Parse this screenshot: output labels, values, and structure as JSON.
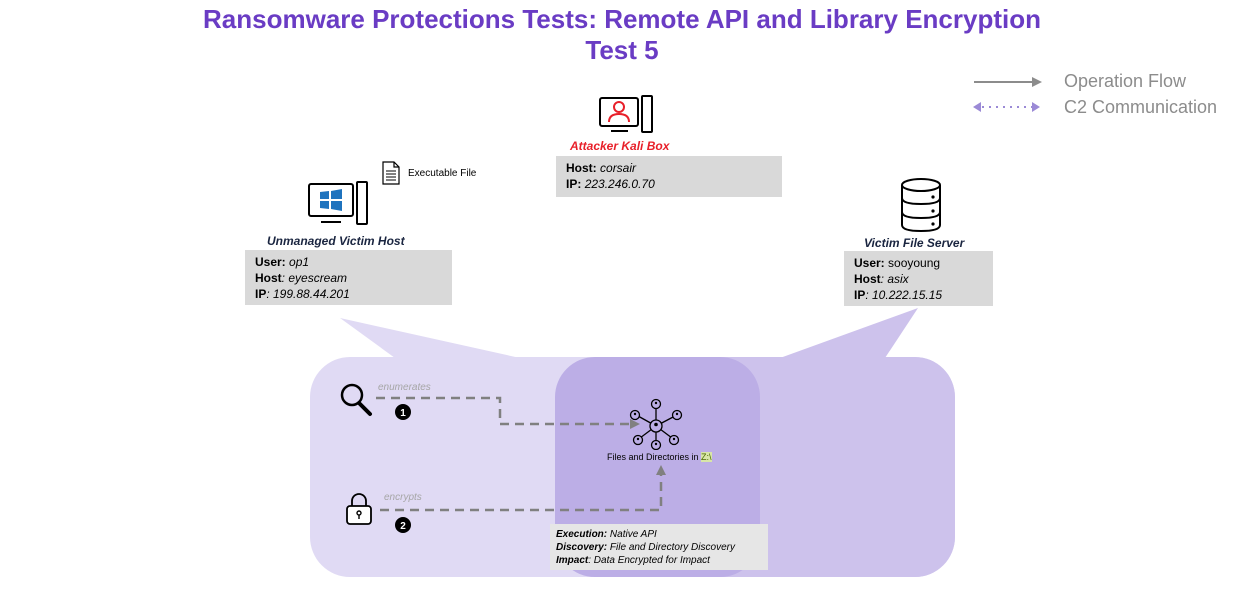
{
  "title": {
    "line1": "Ransomware Protections Tests: Remote API and Library Encryption",
    "line2": "Test 5"
  },
  "legend": {
    "operation_flow": "Operation Flow",
    "c2_communication": "C2 Communication"
  },
  "attacker": {
    "label": "Attacker Kali Box",
    "host_key": "Host:",
    "host_value": "corsair",
    "ip_key": "IP:",
    "ip_value": "223.246.0.70"
  },
  "executable": {
    "label": "Executable File"
  },
  "victim_host": {
    "label": "Unmanaged Victim Host",
    "user_key": "User:",
    "user_value": "op1",
    "host_key": "Host",
    "host_value": ": eyescream",
    "ip_key": "IP",
    "ip_value": ": 199.88.44.201"
  },
  "file_server": {
    "label": "Victim File Server",
    "user_key": "User:",
    "user_value": "sooyoung",
    "host_key": "Host",
    "host_value": ": asix",
    "ip_key": "IP",
    "ip_value": ": 10.222.15.15"
  },
  "steps": {
    "enumerates": "enumerates",
    "encrypts": "encrypts",
    "step1": "1",
    "step2": "2"
  },
  "target": {
    "label_prefix": "Files and Directories in ",
    "label_drive": "Z:\\"
  },
  "techniques": [
    {
      "key": "Execution:",
      "value": "Native API"
    },
    {
      "key": "Discovery:",
      "value": "File and Directory Discovery"
    },
    {
      "key": "Impact",
      "value": ": Data Encrypted for Impact"
    }
  ],
  "colors": {
    "title": "#6a3cc4",
    "zone_outer": "#e0daf4",
    "zone_right": "#cdc2ec",
    "zone_center": "#bcaee6",
    "kali_red": "#e8202a",
    "icon_blue": "#1e73be",
    "info_gray": "#d9d9d9"
  }
}
